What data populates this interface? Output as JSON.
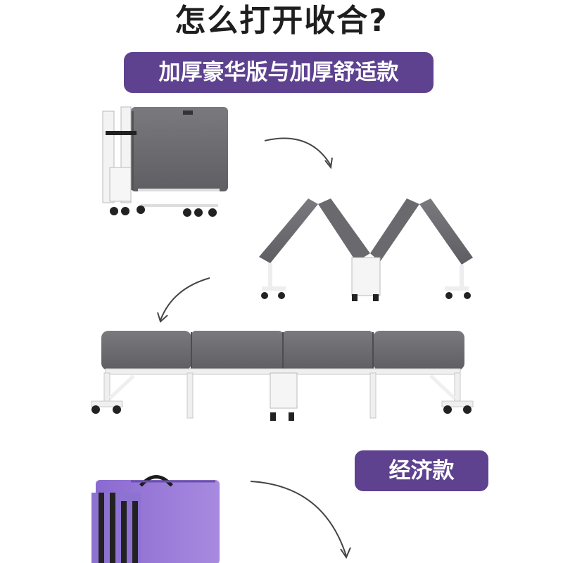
{
  "title": "怎么打开收合?",
  "badges": {
    "top": "加厚豪华版与加厚舒适款",
    "economy": "经济款"
  },
  "colors": {
    "badge_bg": "#5e4290",
    "mattress_gray": "#6b6b6f",
    "mattress_purple": "#9a7ad6",
    "frame_white": "#f2f2f2"
  }
}
